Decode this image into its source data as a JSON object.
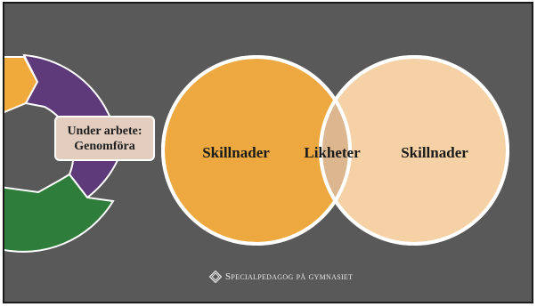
{
  "cycle": {
    "label_line1": "Under arbete:",
    "label_line2": "Genomföra",
    "segments": [
      {
        "name": "orange-segment",
        "color": "#f0a93b"
      },
      {
        "name": "purple-segment",
        "color": "#5e3a7a"
      },
      {
        "name": "green-segment",
        "color": "#2e7d3a"
      }
    ],
    "label_color": "#e2cdbf"
  },
  "venn": {
    "left_label": "Skillnader",
    "center_label": "Likheter",
    "right_label": "Skillnader",
    "left_color": "#eda940",
    "right_color": "#f5d1a5",
    "overlap_color": "#dcb68e",
    "outline_color": "#ffffff"
  },
  "footer": {
    "text": "Specialpedagog på gymnasiet",
    "icon": "diamond-logo-icon"
  },
  "background_color": "#595959"
}
